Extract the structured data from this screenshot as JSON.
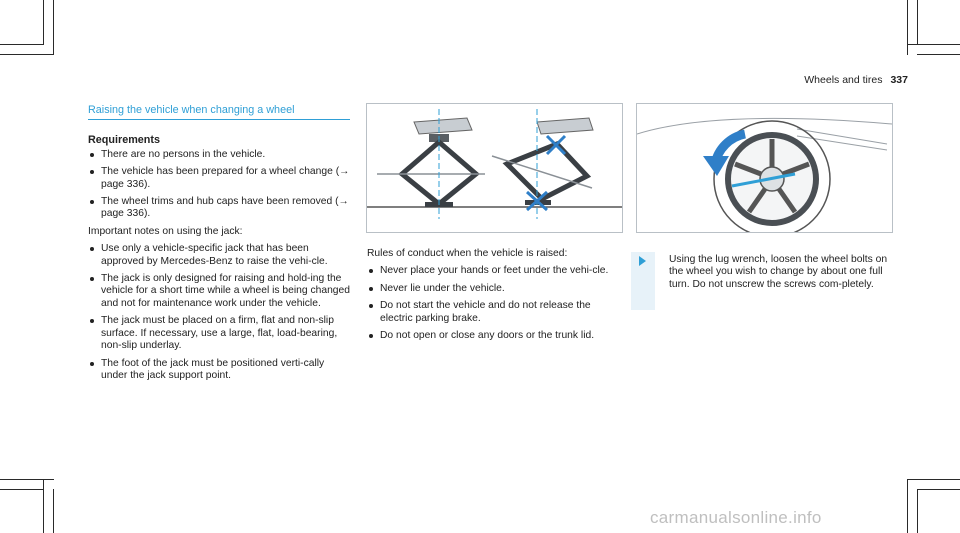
{
  "header": {
    "section": "Wheels and tires",
    "page": "337"
  },
  "col1": {
    "title": "Raising the vehicle when changing a wheel",
    "requirements_label": "Requirements",
    "requirements": [
      "There are no persons in the vehicle.",
      "The vehicle has been prepared for a wheel change (→ page 336).",
      "The wheel trims and hub caps have been removed (→ page 336)."
    ],
    "notes_intro": "Important notes on using the jack:",
    "notes": [
      "Use only a vehicle-specific jack that has been approved by Mercedes-Benz to raise the vehi-cle.",
      "The jack is only designed for raising and hold-ing the vehicle for a short time while a wheel is being changed and not for maintenance work under the vehicle.",
      "The jack must be placed on a firm, flat and non-slip surface. If necessary, use a large, flat, load-bearing, non-slip underlay.",
      "The foot of the jack must be positioned verti-cally under the jack support point."
    ]
  },
  "col2": {
    "intro": "Rules of conduct when the vehicle is raised:",
    "rules": [
      "Never place your hands or feet under the vehi-cle.",
      "Never lie under the vehicle.",
      "Do not start the vehicle and do not release the electric parking brake.",
      "Do not open or close any doors or the trunk lid."
    ]
  },
  "col3": {
    "step": "Using the lug wrench, loosen the wheel bolts on the wheel you wish to change by about one full turn. Do not unscrew the screws com-pletely."
  },
  "watermark": "carmanualsonline.info",
  "colors": {
    "accent": "#2f9fd6",
    "text": "#222222",
    "figure_border": "#b9c0c6"
  }
}
